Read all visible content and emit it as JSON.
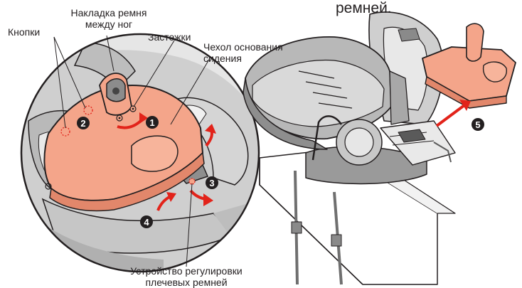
{
  "callouts": {
    "strap_pad": {
      "line1": "Накладка ремня",
      "line2": "между ног"
    },
    "buttons": "Кнопки",
    "clasps": "Застежки",
    "seat_cover": {
      "line1": "Чехол основания",
      "line2": "сидения"
    },
    "shoulder_adjuster": {
      "line1": "Устройство регулировки",
      "line2": "плечевых ремней"
    },
    "header_fragment": "ремней."
  },
  "steps": [
    "1",
    "2",
    "3",
    "4",
    "5"
  ],
  "colors": {
    "cover_fill": "#f4a58a",
    "cover_edge": "#c9715a",
    "arrow_red": "#e2231a",
    "line": "#231f20",
    "grey_light": "#d8d8d8",
    "grey_mid": "#a9a9a9",
    "grey_dark": "#6f6f6f"
  }
}
